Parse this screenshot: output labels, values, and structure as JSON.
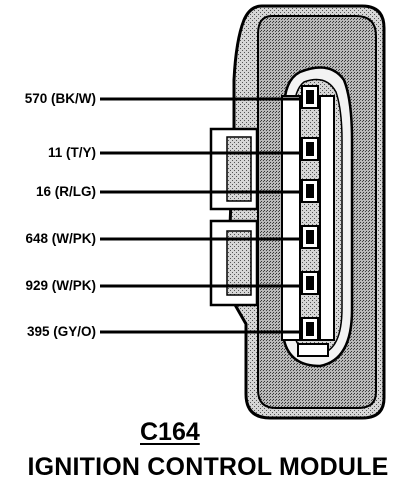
{
  "connector": {
    "id": "C164",
    "name": "IGNITION CONTROL MODULE"
  },
  "pins": [
    {
      "label": "570 (BK/W)"
    },
    {
      "label": "11 (T/Y)"
    },
    {
      "label": "16 (R/LG)"
    },
    {
      "label": "648 (W/PK)"
    },
    {
      "label": "929 (W/PK)"
    },
    {
      "label": "395 (GY/O)"
    }
  ],
  "colors": {
    "ink": "#000000",
    "paper": "#ffffff",
    "stipple_light": "#cfcfcf",
    "stipple_dark": "#a9a9a9"
  }
}
